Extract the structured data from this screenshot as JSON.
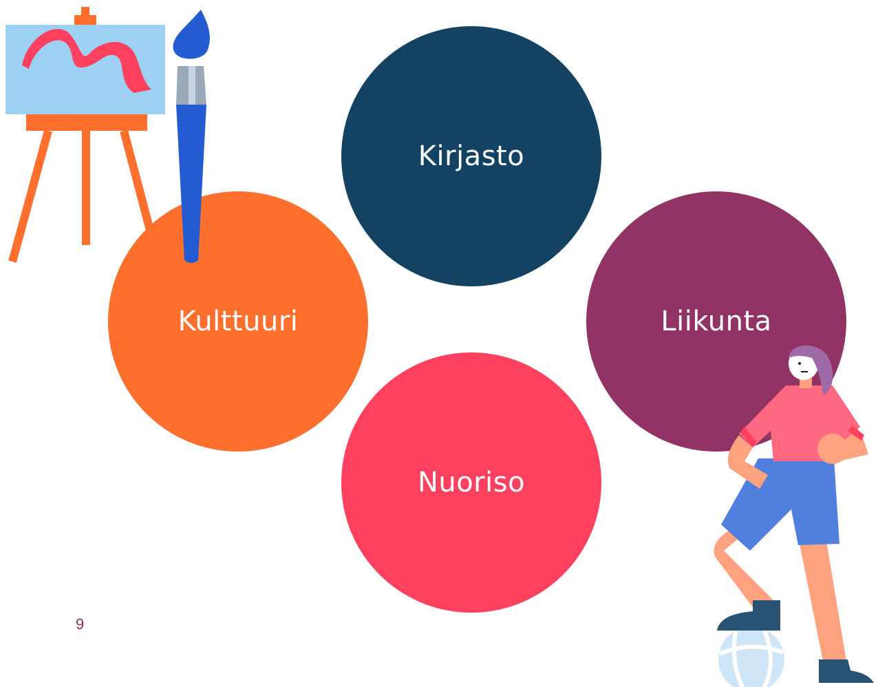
{
  "slide": {
    "page_number": "9"
  },
  "circles": [
    {
      "label": "Kirjasto",
      "color": "#134262"
    },
    {
      "label": "Kulttuuri",
      "color": "#FF6F2E"
    },
    {
      "label": "Liikunta",
      "color": "#913364"
    },
    {
      "label": "Nuoriso",
      "color": "#FF405E"
    }
  ],
  "colors": {
    "page_number": "#913364",
    "easel_wood": "#FF6F2E",
    "canvas": "#9DD1F3",
    "paint_stroke": "#FF405E",
    "brush_handle": "#245BD1"
  },
  "illustrations": {
    "easel": "easel-with-painting-icon",
    "brush": "paintbrush-icon",
    "person": "person-with-ball-illustration"
  }
}
